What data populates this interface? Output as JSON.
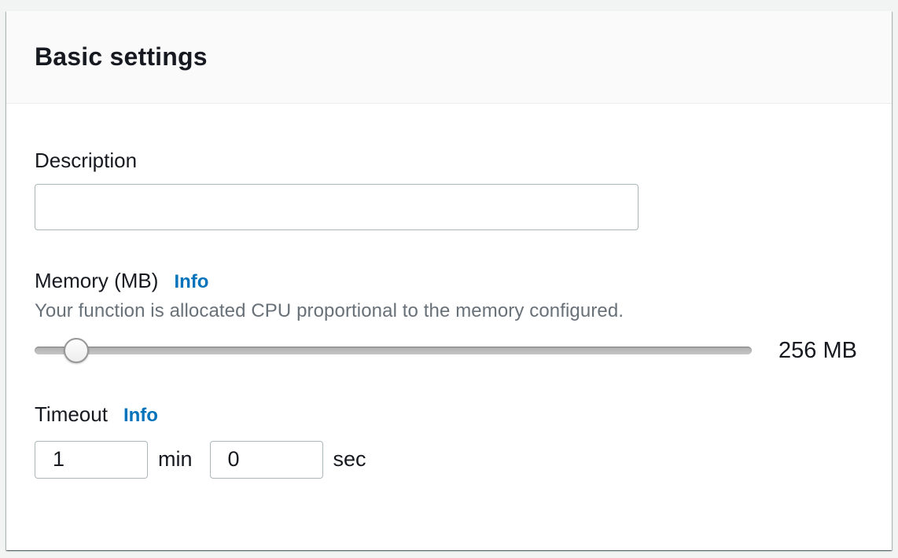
{
  "panel": {
    "title": "Basic settings"
  },
  "description": {
    "label": "Description",
    "value": ""
  },
  "memory": {
    "label": "Memory (MB)",
    "info_label": "Info",
    "help_text": "Your function is allocated CPU proportional to the memory configured.",
    "value_label": "256 MB",
    "slider_percent": 5.8
  },
  "timeout": {
    "label": "Timeout",
    "info_label": "Info",
    "minutes_value": "1",
    "minutes_unit": "min",
    "seconds_value": "0",
    "seconds_unit": "sec"
  },
  "colors": {
    "link": "#0073bb",
    "text": "#16191f",
    "secondary_text": "#687078",
    "input_border": "#aab7b8",
    "page_background": "#f2f3f3",
    "header_background": "#fafafa"
  }
}
